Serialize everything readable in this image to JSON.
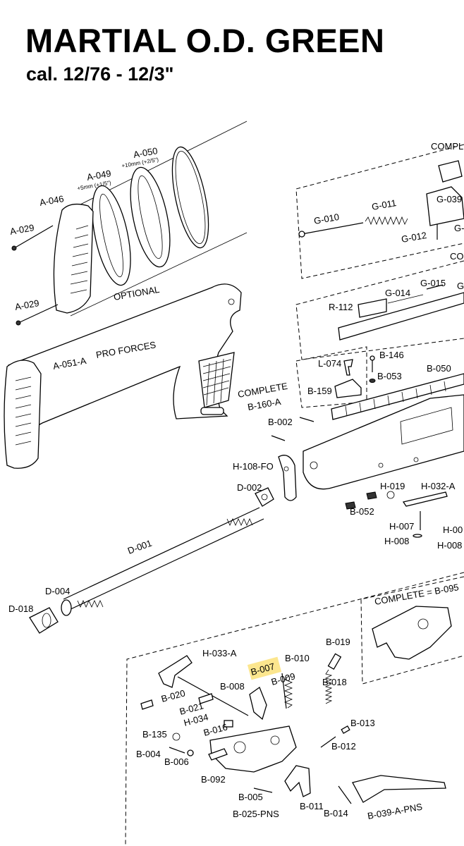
{
  "header": {
    "title": "MARTIAL O.D. GREEN",
    "subtitle": "cal. 12/76 - 12/3\""
  },
  "highlight_color": "#fbe27a",
  "labels": {
    "compl_top": "COMPL",
    "g010": "G-010",
    "g011": "G-011",
    "g039": "G-039",
    "g012": "G-012",
    "g_partial": "G-",
    "co_partial": "CO",
    "r112": "R-112",
    "g014": "G-014",
    "g015": "G-015",
    "g_partial2": "G",
    "l074": "L-074",
    "b146": "B-146",
    "b053": "B-053",
    "b050": "B-050",
    "b159": "B-159",
    "complete_b160": "COMPLETE",
    "b160a": "B-160-A",
    "a050": "A-050",
    "a050_size": "+10mm (+2/5\")",
    "a049": "A-049",
    "a049_size": "+5mm (+1/5\")",
    "a046": "A-046",
    "a029_top": "A-029",
    "a029_bottom": "A-029",
    "optional": "OPTIONAL",
    "a051": "A-051-A",
    "pro_forces": "PRO FORCES",
    "b002": "B-002",
    "h108": "H-108-FO",
    "d002": "D-002",
    "b052": "B-052",
    "h019": "H-019",
    "h032a": "H-032-A",
    "h007": "H-007",
    "h008": "H-008",
    "h00_partial": "H-00",
    "h008_partial": "H-008",
    "d001": "D-001",
    "d004": "D-004",
    "d018": "D-018",
    "complete_b095": "COMPLETE = B-095",
    "h033a": "H-033-A",
    "b010": "B-010",
    "b019": "B-019",
    "b007": "B-007",
    "b008": "B-008",
    "b009": "B-009",
    "b018": "B-018",
    "b020": "B-020",
    "b021": "B-021",
    "h034": "H-034",
    "b016": "B-016",
    "b135": "B-135",
    "b004": "B-004",
    "b006": "B-006",
    "b013": "B-013",
    "b012": "B-012",
    "b092": "B-092",
    "b005": "B-005",
    "b025": "B-025-PNS",
    "b011": "B-011",
    "b014": "B-014",
    "b039": "B-039-A-PNS"
  }
}
